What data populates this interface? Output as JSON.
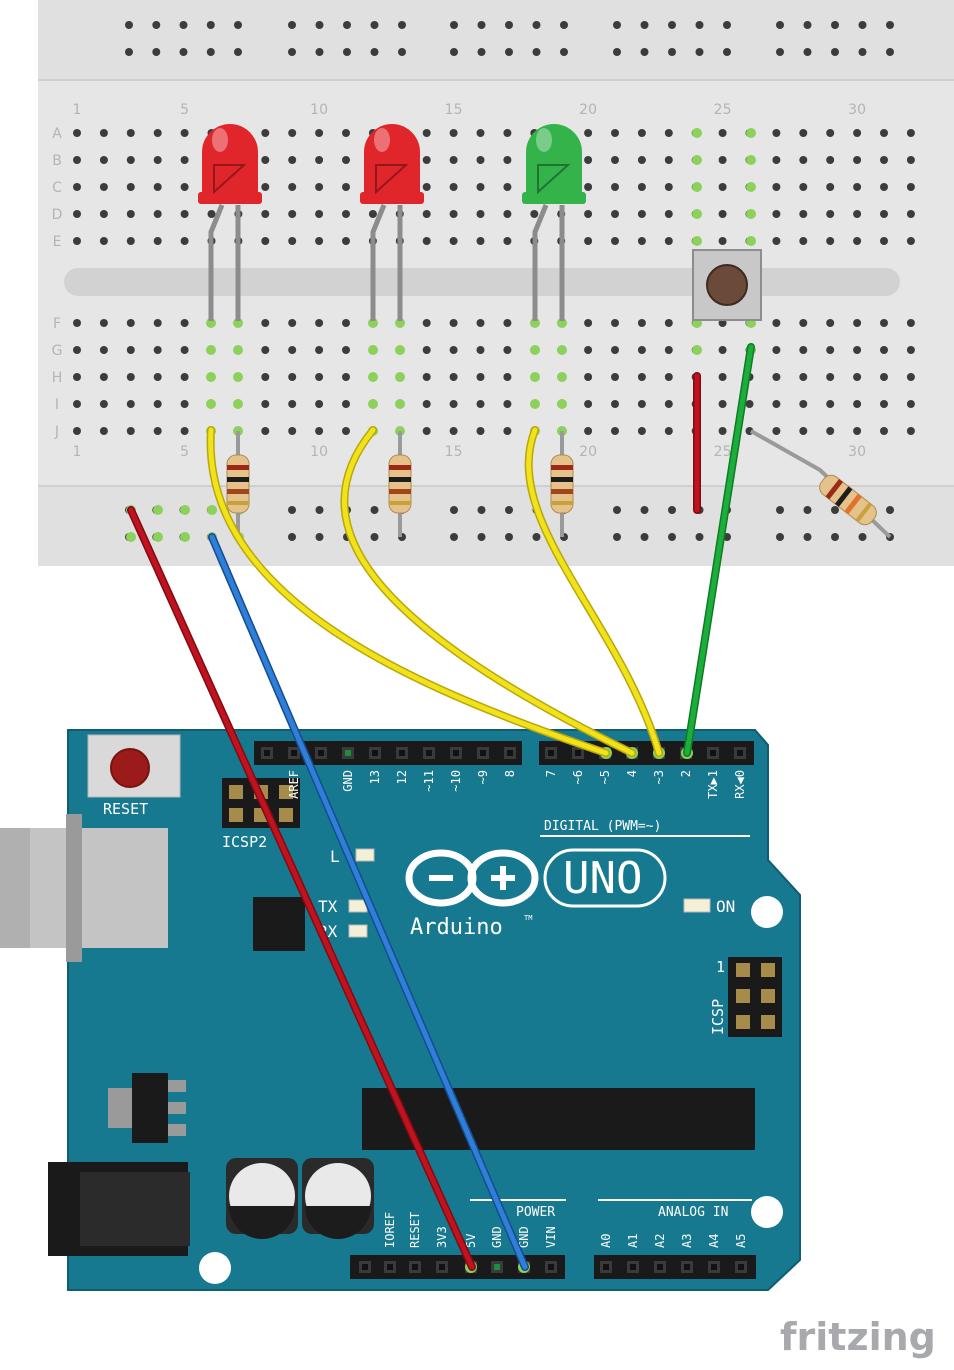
{
  "breadboard": {
    "column_numbers": [
      "1",
      "5",
      "10",
      "15",
      "20",
      "25",
      "30"
    ],
    "row_letters_top": [
      "A",
      "B",
      "C",
      "D",
      "E"
    ],
    "row_letters_bottom": [
      "F",
      "G",
      "H",
      "I",
      "J"
    ]
  },
  "arduino": {
    "reset_label": "RESET",
    "icsp2_label": "ICSP2",
    "icsp_label": "ICSP",
    "icsp_pin1": "1",
    "led_l_label": "L",
    "tx_label": "TX",
    "rx_label": "RX",
    "on_label": "ON",
    "brand_text": "Arduino",
    "tm": "TM",
    "model_text": "UNO",
    "digital_label": "DIGITAL (PWM=~)",
    "power_label": "POWER",
    "analog_label": "ANALOG IN",
    "digital_pins": [
      "AREF",
      "GND",
      "13",
      "12",
      "~11",
      "~10",
      "~9",
      "8",
      "7",
      "~6",
      "~5",
      "4",
      "~3",
      "2",
      "TX▶1",
      "RX◀0"
    ],
    "power_pins": [
      "IOREF",
      "RESET",
      "3V3",
      "5V",
      "GND",
      "GND",
      "VIN"
    ],
    "analog_pins": [
      "A0",
      "A1",
      "A2",
      "A3",
      "A4",
      "A5"
    ]
  },
  "components": {
    "leds": [
      {
        "color": "red",
        "hex": "#e0262a"
      },
      {
        "color": "red",
        "hex": "#e0262a"
      },
      {
        "color": "green",
        "hex": "#33b34a"
      }
    ],
    "wire_colors": {
      "power": "#c1121f",
      "ground": "#1f6fd1",
      "signal": "#f2e21a",
      "button": "#1cae3a",
      "accent": "#16798f"
    }
  },
  "watermark": "fritzing"
}
